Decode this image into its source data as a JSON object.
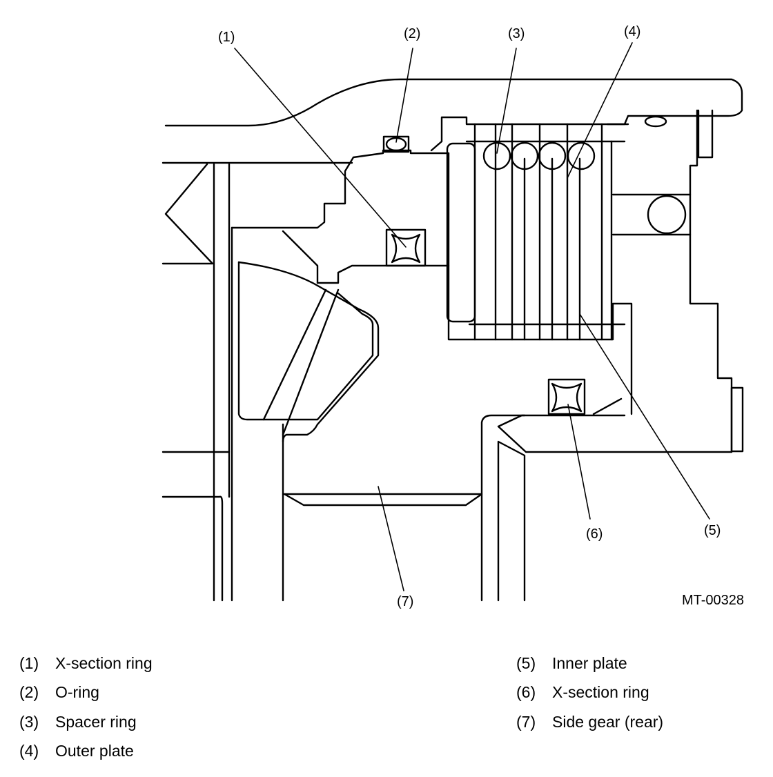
{
  "diagram": {
    "code": "MT-00328",
    "callouts": [
      "(1)",
      "(2)",
      "(3)",
      "(4)",
      "(5)",
      "(6)",
      "(7)"
    ]
  },
  "legend": [
    {
      "num": "(1)",
      "label": "X-section ring"
    },
    {
      "num": "(2)",
      "label": "O-ring"
    },
    {
      "num": "(3)",
      "label": "Spacer ring"
    },
    {
      "num": "(4)",
      "label": "Outer plate"
    },
    {
      "num": "(5)",
      "label": "Inner plate"
    },
    {
      "num": "(6)",
      "label": "X-section ring"
    },
    {
      "num": "(7)",
      "label": "Side gear (rear)"
    }
  ]
}
